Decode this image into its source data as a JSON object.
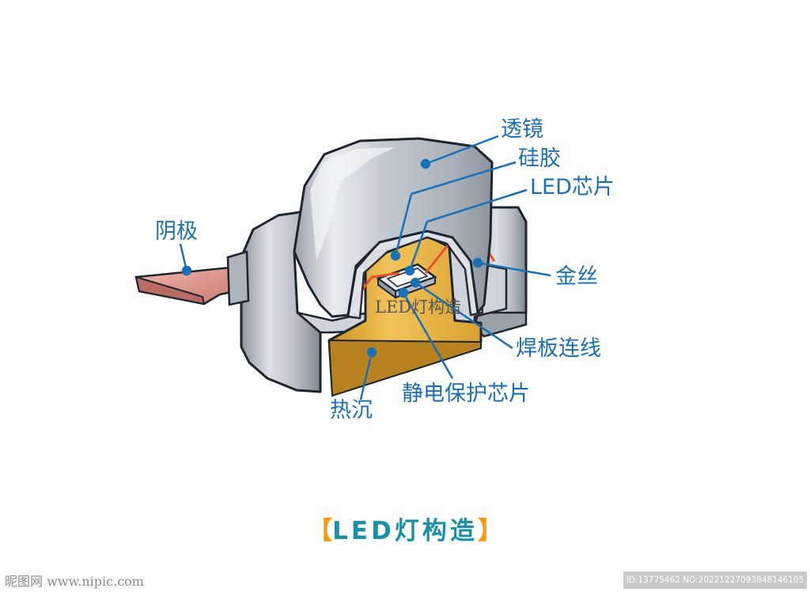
{
  "labels": {
    "lens": "透镜",
    "silicone": "硅胶",
    "led_chip": "LED芯片",
    "cathode": "阴极",
    "gold_wire": "金丝",
    "pad_wire": "焊板连线",
    "esd_chip": "静电保护芯片",
    "heat_sink": "热沉"
  },
  "overlay_text": "LED灯构造",
  "caption": {
    "open_bracket": "【",
    "text": "LED灯构造",
    "close_bracket": "】"
  },
  "watermark": {
    "left": "昵图网 www.nipic.com",
    "right": "ID:13775462 NO:20221227093848146105"
  },
  "colors": {
    "label_blue": "#1a6fb5",
    "caption_teal": "#1a8fa8",
    "bracket_orange": "#f39c12",
    "heat_sink_gold": "#e8b33c",
    "copper": "#d9908a",
    "wire_orange": "#e8502a"
  }
}
